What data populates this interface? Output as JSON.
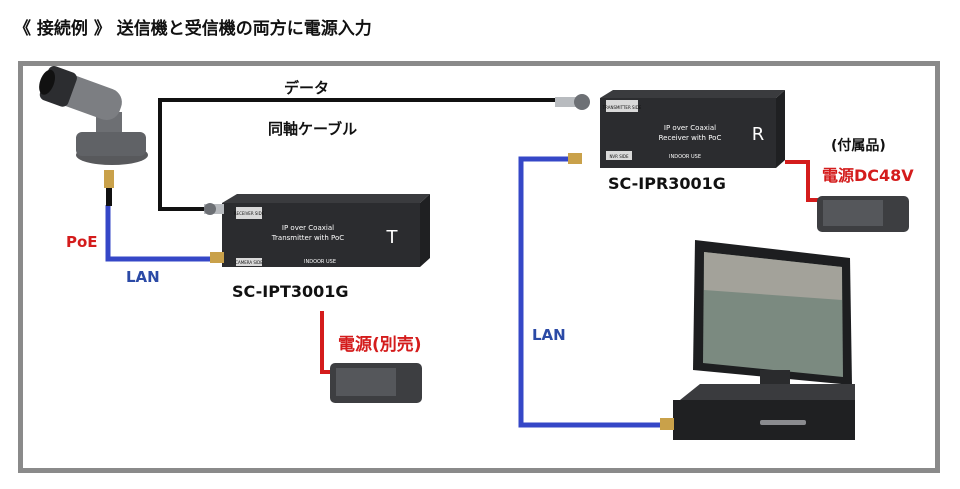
{
  "title": "《 接続例 》 送信機と受信機の両方に電源入力",
  "labels": {
    "data": "データ",
    "coax": "同軸ケーブル",
    "poe": "PoE",
    "lan_left": "LAN",
    "lan_right": "LAN",
    "accessory": "(付属品)",
    "power_dc48v": "電源DC48V",
    "power_separate": "電源(別売)"
  },
  "devices": {
    "transmitter": {
      "model": "SC-IPT3001G",
      "product_line1": "IP over Coaxial",
      "product_line2": "Transmitter with PoC",
      "indoor": "INDOOR USE",
      "letter": "T",
      "port_top": "RECEIVER SIDE",
      "port_bottom": "CAMERA SIDE"
    },
    "receiver": {
      "model": "SC-IPR3001G",
      "product_line1": "IP over Coaxial",
      "product_line2": "Receiver with PoC",
      "indoor": "INDOOR USE",
      "letter": "R",
      "port_top": "TRANSMITTER SIDE",
      "port_bottom": "NVR SIDE"
    }
  },
  "colors": {
    "lan_cable": "#3547c7",
    "power_cable": "#d41c1c",
    "coax_cable": "#111111",
    "frame": "#8a8a8a"
  },
  "icons": [
    "camera",
    "transmitter-box",
    "receiver-box",
    "power-adapter",
    "monitor",
    "nvr-recorder",
    "rj45-connector",
    "bnc-connector"
  ]
}
